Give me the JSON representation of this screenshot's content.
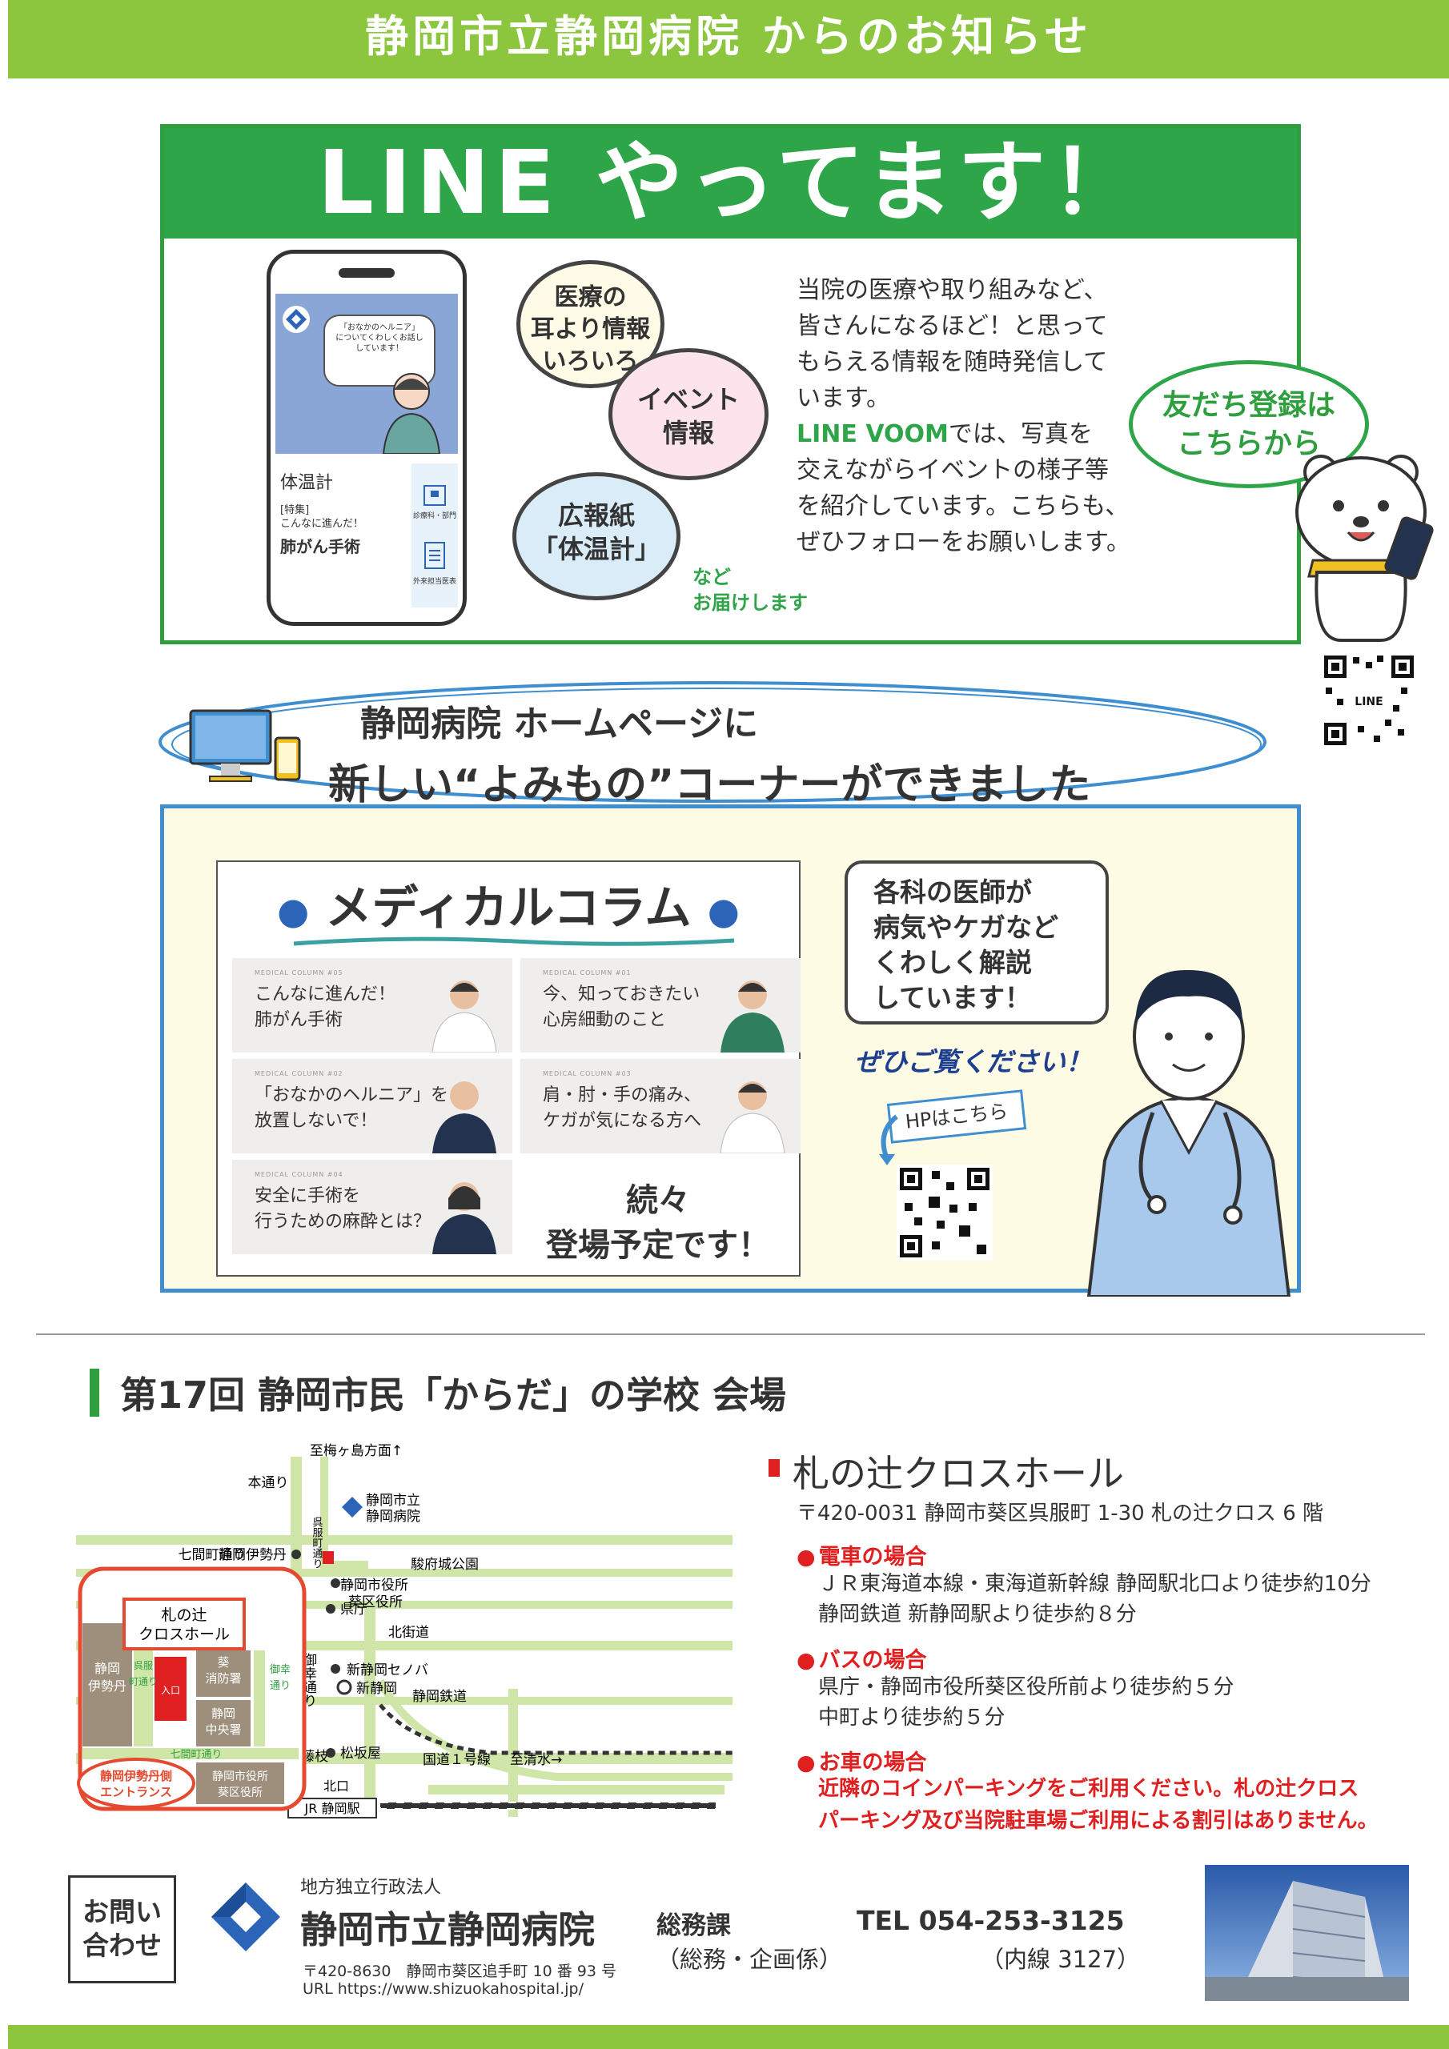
{
  "banner_title": "静岡市立静岡病院 からのお知らせ",
  "line_section": {
    "header": "LINE やってます！",
    "phone": {
      "speech": [
        "「おなかのヘルニア」",
        "についてくわしくお話し",
        "しています！"
      ],
      "mag_title": "体温計",
      "mag_tag": "[特集]",
      "mag_sub": "こんなに進んだ！",
      "mag_head": "肺がん手術",
      "side_label1": "診療科・部門",
      "side_label2": "外来担当医表"
    },
    "bubbles": {
      "medical": [
        "医療の",
        "耳より情報",
        "いろいろ"
      ],
      "event": [
        "イベント",
        "情報"
      ],
      "pr": [
        "広報紙",
        "「体温計」"
      ]
    },
    "etc": [
      "など",
      "お届けします"
    ],
    "description_lines": [
      "当院の医療や取り組みなど、",
      "皆さんになるほど！と思って",
      "もらえる情報を随時発信して",
      "います。"
    ],
    "voom_highlight": "LINE VOOM",
    "voom_lines_after": [
      "では、写真を",
      "交えながらイベントの様子等",
      "を紹介しています。こちらも、",
      "ぜひフォローをお願いします。"
    ],
    "friend_bubble": [
      "友だち登録は",
      "こちらから"
    ],
    "qr_label": "LINE"
  },
  "homepage_section": {
    "line1": "静岡病院 ホームページに",
    "line2": "新しい“よみもの”コーナーができました",
    "column_title": "メディカルコラム",
    "cards": [
      {
        "label": "MEDICAL COLUMN #05",
        "lines": [
          "こんなに進んだ！",
          "肺がん手術"
        ]
      },
      {
        "label": "MEDICAL COLUMN #01",
        "lines": [
          "今、知っておきたい",
          "心房細動のこと"
        ]
      },
      {
        "label": "MEDICAL COLUMN #02",
        "lines": [
          "「おなかのヘルニア」を",
          "放置しないで！"
        ]
      },
      {
        "label": "MEDICAL COLUMN #03",
        "lines": [
          "肩・肘・手の痛み、",
          "ケガが気になる方へ"
        ]
      },
      {
        "label": "MEDICAL COLUMN #04",
        "lines": [
          "安全に手術を",
          "行うための麻酔とは？"
        ]
      }
    ],
    "coming_soon": [
      "続々",
      "登場予定です！"
    ],
    "doctor_speech": [
      "各科の医師が",
      "病気やケガなど",
      "くわしく解説",
      "しています！"
    ],
    "see_please": "ぜひご覧ください！",
    "hp_tag": "HPはこちら"
  },
  "venue": {
    "title": "第17回 静岡市民「からだ」の学校 会場",
    "name": "札の辻クロスホール",
    "address": "〒420-0031 静岡市葵区呉服町 1-30 札の辻クロス 6 階",
    "train_head": "電車の場合",
    "train_lines": [
      "ＪＲ東海道本線・東海道新幹線 静岡駅北口より徒歩約10分",
      "静岡鉄道 新静岡駅より徒歩約８分"
    ],
    "bus_head": "バスの場合",
    "bus_lines": [
      "県庁・静岡市役所葵区役所前より徒歩約５分",
      "中町より徒歩約５分"
    ],
    "car_head": "お車の場合",
    "car_lines": [
      "近隣のコインパーキングをご利用ください。札の辻クロス",
      "パーキング及び当院駐車場ご利用による割引はありません。"
    ]
  },
  "map_labels": {
    "umegashima": "至梅ヶ島方面↑",
    "hondori": "本通り",
    "shichikencho": "七間町通り",
    "isetan": "静岡伊勢丹",
    "gofukucho_road": "呉服町通り",
    "city_office": "静岡市役所",
    "aoi_ward": "葵区役所",
    "hospital1": "静岡市立",
    "hospital2": "静岡病院",
    "sunpu_park": "駿府城公園",
    "kencho": "県庁",
    "kitakaido": "北街道",
    "miyuki": "御幸通り",
    "shin_shizuoka_senova": "新静岡セノバ",
    "shin_shizuoka": "新静岡",
    "shizuoka_railway": "静岡鉄道",
    "to_fujieda": "←至藤枝",
    "matsuzakaya": "松坂屋",
    "route1": "国道１号線",
    "to_shimizu": "至清水→",
    "kitaguchi": "北口",
    "jr_station": "JR 静岡駅",
    "inset_hall": [
      "札の辻",
      "クロスホール"
    ],
    "inset_isetan": [
      "静岡",
      "伊勢丹"
    ],
    "inset_gofukucho": [
      "呉服",
      "町通り"
    ],
    "inset_entrance_mark": "入口",
    "inset_aoi_fire": [
      "葵",
      "消防署"
    ],
    "inset_police": [
      "静岡",
      "中央署"
    ],
    "inset_miyuki": [
      "御幸",
      "通り"
    ],
    "inset_shichiken": "七間町通り",
    "inset_city_office": [
      "静岡市役所",
      "葵区役所"
    ],
    "inset_entrance": [
      "静岡伊勢丹側",
      "エントランス"
    ]
  },
  "contact": {
    "label": [
      "お問い",
      "合わせ"
    ],
    "kind": "地方独立行政法人",
    "name": "静岡市立静岡病院",
    "address": "〒420-8630　静岡市葵区追手町 10 番 93 号",
    "url": "URL https://www.shizuokahospital.jp/",
    "dept1": "総務課",
    "dept2": "（総務・企画係）",
    "tel": "TEL 054-253-3125",
    "ext": "（内線 3127）"
  },
  "colors": {
    "banner_green": "#8cc63f",
    "line_green": "#2fa54a",
    "hp_blue": "#3f8ed0",
    "navy": "#1e3f8f",
    "notice_red": "#e02020"
  }
}
